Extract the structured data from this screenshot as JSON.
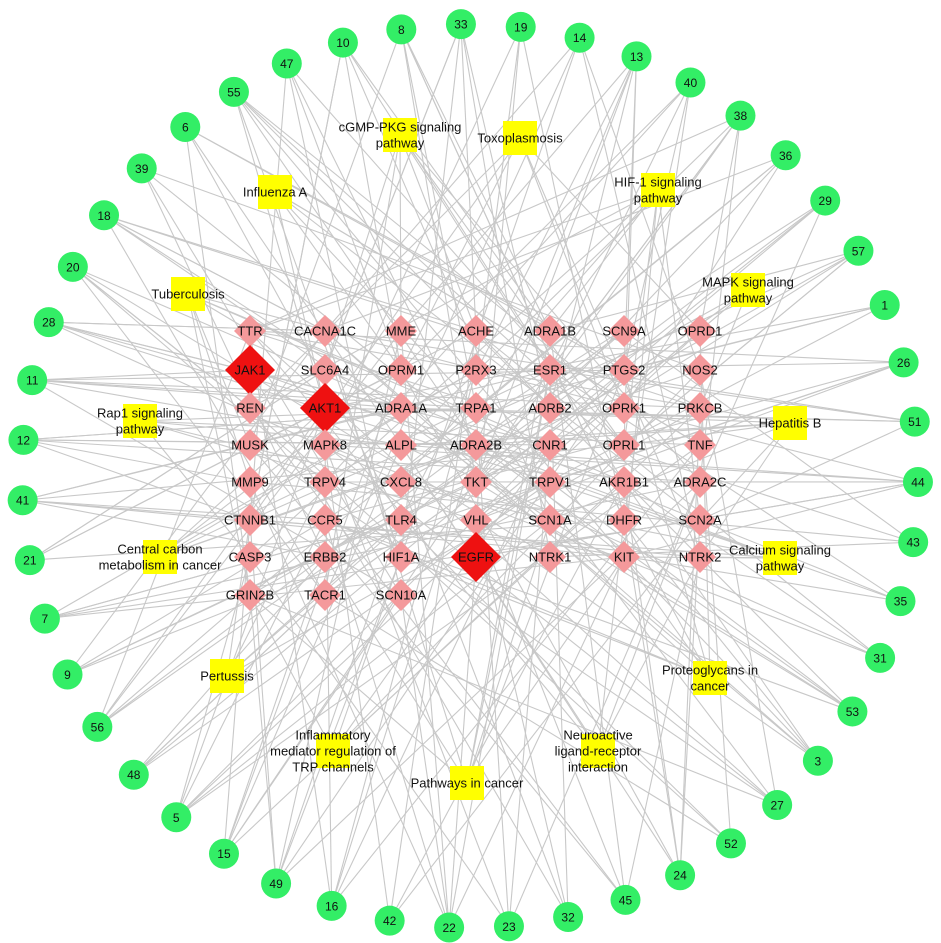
{
  "colors": {
    "compound": "#33ee66",
    "target": "#f4999b",
    "hub": "#ee1111",
    "pathway": "#ffff00",
    "edge": "#c8c8c8"
  },
  "compounds": [
    "19",
    "14",
    "13",
    "40",
    "38",
    "36",
    "29",
    "57",
    "1",
    "26",
    "51",
    "44",
    "43",
    "35",
    "31",
    "53",
    "3",
    "27",
    "52",
    "24",
    "45",
    "32",
    "23",
    "22",
    "42",
    "16",
    "49",
    "15",
    "5",
    "48",
    "56",
    "9",
    "7",
    "21",
    "41",
    "12",
    "11",
    "28",
    "20",
    "18",
    "39",
    "6",
    "55",
    "47",
    "10",
    "8",
    "33"
  ],
  "targets": [
    "TTR",
    "CACNA1C",
    "MME",
    "ACHE",
    "ADRA1B",
    "SCN9A",
    "OPRD1",
    "JAK1",
    "SLC6A4",
    "OPRM1",
    "P2RX3",
    "ESR1",
    "PTGS2",
    "NOS2",
    "REN",
    "AKT1",
    "ADRA1A",
    "TRPA1",
    "ADRB2",
    "OPRK1",
    "PRKCB",
    "MUSK",
    "MAPK8",
    "ALPL",
    "ADRA2B",
    "CNR1",
    "OPRL1",
    "TNF",
    "MMP9",
    "TRPV4",
    "CXCL8",
    "TKT",
    "TRPV1",
    "AKR1B1",
    "ADRA2C",
    "CTNNB1",
    "CCR5",
    "TLR4",
    "VHL",
    "SCN1A",
    "DHFR",
    "SCN2A",
    "CASP3",
    "ERBB2",
    "HIF1A",
    "EGFR",
    "NTRK1",
    "KIT",
    "NTRK2",
    "GRIN2B",
    "TACR1",
    "SCN10A"
  ],
  "hubs": [
    "JAK1",
    "AKT1",
    "EGFR"
  ],
  "pathways": [
    {
      "lines": [
        "cGMP-PKG signaling",
        "pathway"
      ]
    },
    {
      "lines": [
        "Toxoplasmosis"
      ]
    },
    {
      "lines": [
        "Influenza A"
      ]
    },
    {
      "lines": [
        "HIF-1 signaling",
        "pathway"
      ]
    },
    {
      "lines": [
        "Tuberculosis"
      ]
    },
    {
      "lines": [
        "MAPK signaling",
        "pathway"
      ]
    },
    {
      "lines": [
        "Rap1 signaling",
        "pathway"
      ]
    },
    {
      "lines": [
        "Hepatitis B"
      ]
    },
    {
      "lines": [
        "Central carbon",
        "metabolism in cancer"
      ]
    },
    {
      "lines": [
        "Calcium signaling",
        "pathway"
      ]
    },
    {
      "lines": [
        "Pertussis"
      ]
    },
    {
      "lines": [
        "Proteoglycans in",
        "cancer"
      ]
    },
    {
      "lines": [
        "Inflammatory",
        "mediator regulation of",
        "TRP channels"
      ]
    },
    {
      "lines": [
        "Pathways in cancer"
      ]
    },
    {
      "lines": [
        "Neuroactive",
        "ligand-receptor",
        "interaction"
      ]
    }
  ]
}
